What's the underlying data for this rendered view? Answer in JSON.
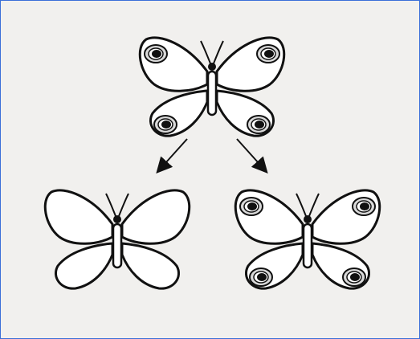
{
  "figure": {
    "frame_color": "#3b6fd8",
    "paper_color": "#f1f0ee",
    "ink_color": "#111111",
    "butterflies": [
      {
        "id": "parent",
        "has_eyespots": true
      },
      {
        "id": "offspring-plain",
        "has_eyespots": false
      },
      {
        "id": "offspring-spotted",
        "has_eyespots": true
      }
    ],
    "arrows": [
      {
        "from": "parent",
        "to": "offspring-plain"
      },
      {
        "from": "parent",
        "to": "offspring-spotted"
      }
    ]
  }
}
